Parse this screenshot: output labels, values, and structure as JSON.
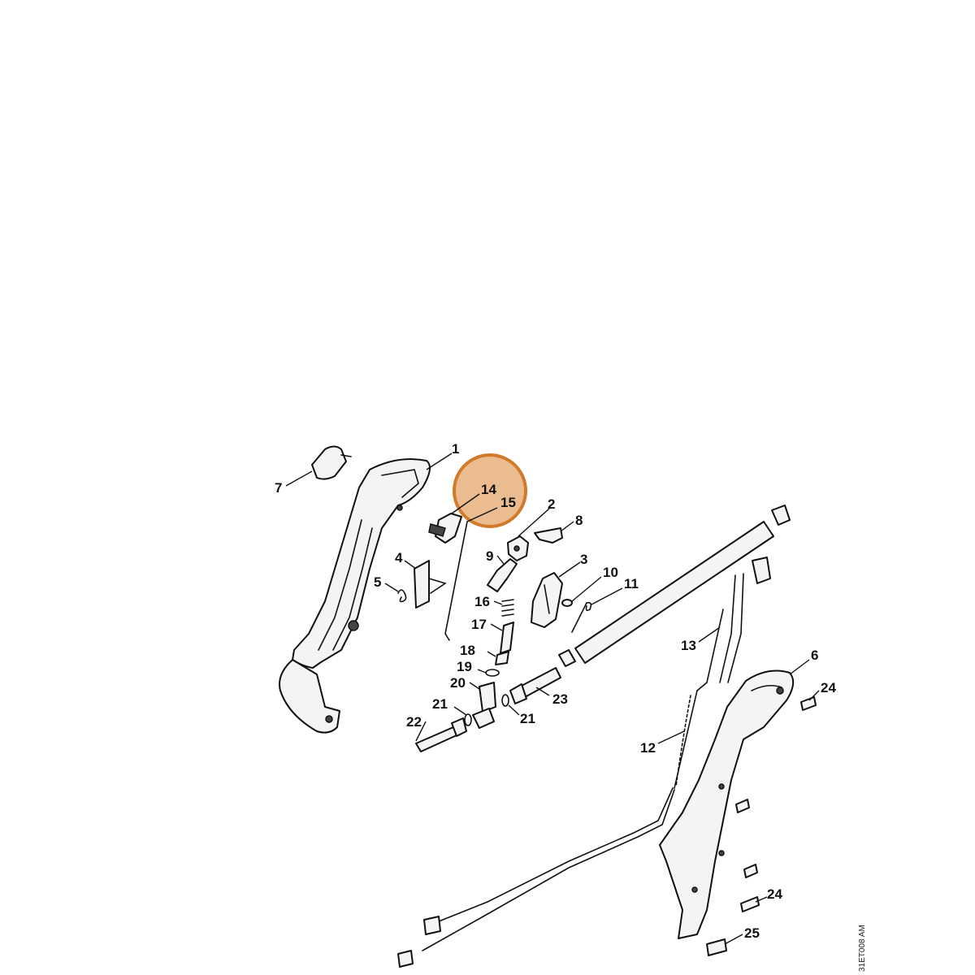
{
  "diagram": {
    "highlight": {
      "color": "#d07a2a",
      "fill": "#e6a66c",
      "part": "14"
    },
    "callouts": [
      {
        "id": "1",
        "label": "1"
      },
      {
        "id": "2",
        "label": "2"
      },
      {
        "id": "3",
        "label": "3"
      },
      {
        "id": "4",
        "label": "4"
      },
      {
        "id": "5",
        "label": "5"
      },
      {
        "id": "6",
        "label": "6"
      },
      {
        "id": "7",
        "label": "7"
      },
      {
        "id": "8",
        "label": "8"
      },
      {
        "id": "9",
        "label": "9"
      },
      {
        "id": "10",
        "label": "10"
      },
      {
        "id": "11",
        "label": "11"
      },
      {
        "id": "12",
        "label": "12"
      },
      {
        "id": "13",
        "label": "13"
      },
      {
        "id": "14",
        "label": "14"
      },
      {
        "id": "15",
        "label": "15"
      },
      {
        "id": "16",
        "label": "16"
      },
      {
        "id": "17",
        "label": "17"
      },
      {
        "id": "18",
        "label": "18"
      },
      {
        "id": "19",
        "label": "19"
      },
      {
        "id": "20",
        "label": "20"
      },
      {
        "id": "21a",
        "label": "21"
      },
      {
        "id": "21b",
        "label": "21"
      },
      {
        "id": "22",
        "label": "22"
      },
      {
        "id": "23",
        "label": "23"
      },
      {
        "id": "24a",
        "label": "24"
      },
      {
        "id": "24b",
        "label": "24"
      },
      {
        "id": "25",
        "label": "25"
      }
    ],
    "drawing_code": "31ET008 AM"
  }
}
